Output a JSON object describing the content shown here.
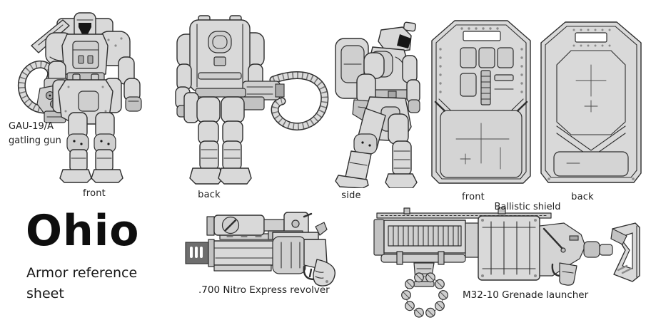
{
  "palette": {
    "background": "#ffffff",
    "line_art_fill": "#d9d9d9",
    "line_art_stroke": "#2e2e2e",
    "text": "#1d1d1d"
  },
  "title_block": {
    "title": "Ohio",
    "subtitle": "Armor reference sheet"
  },
  "armor": {
    "callout": "GAU-19/A gatling gun",
    "views": [
      {
        "label": "front"
      },
      {
        "label": "back"
      },
      {
        "label": "side"
      }
    ]
  },
  "shield": {
    "caption": "Ballistic shield",
    "views": [
      {
        "label": "front"
      },
      {
        "label": "back"
      }
    ]
  },
  "weapons": [
    {
      "label": ".700 Nitro Express revolver"
    },
    {
      "label": "M32-10 Grenade launcher"
    }
  ]
}
